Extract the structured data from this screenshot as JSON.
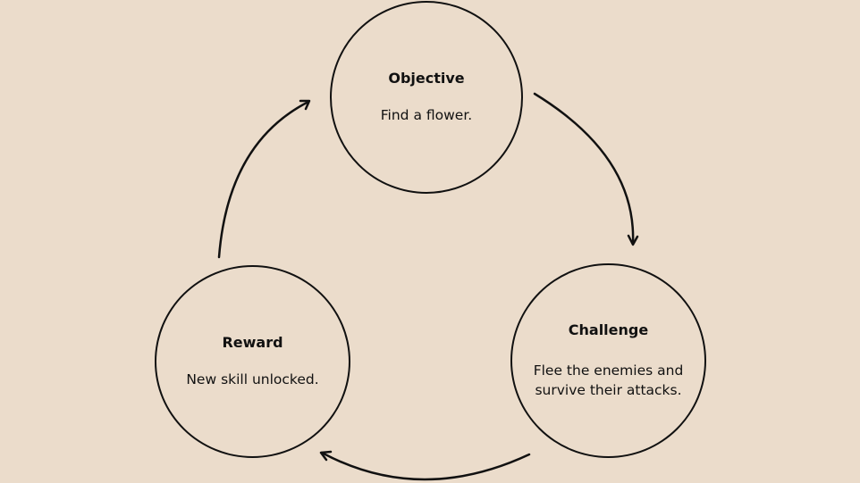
{
  "nodes": {
    "objective": {
      "title": "Objective",
      "text": "Find a flower."
    },
    "challenge": {
      "title": "Challenge",
      "text": "Flee the enemies and\nsurvive their attacks."
    },
    "reward": {
      "title": "Reward",
      "text": "New skill unlocked."
    }
  },
  "colors": {
    "background": "#ebdccb",
    "stroke": "#111111"
  }
}
